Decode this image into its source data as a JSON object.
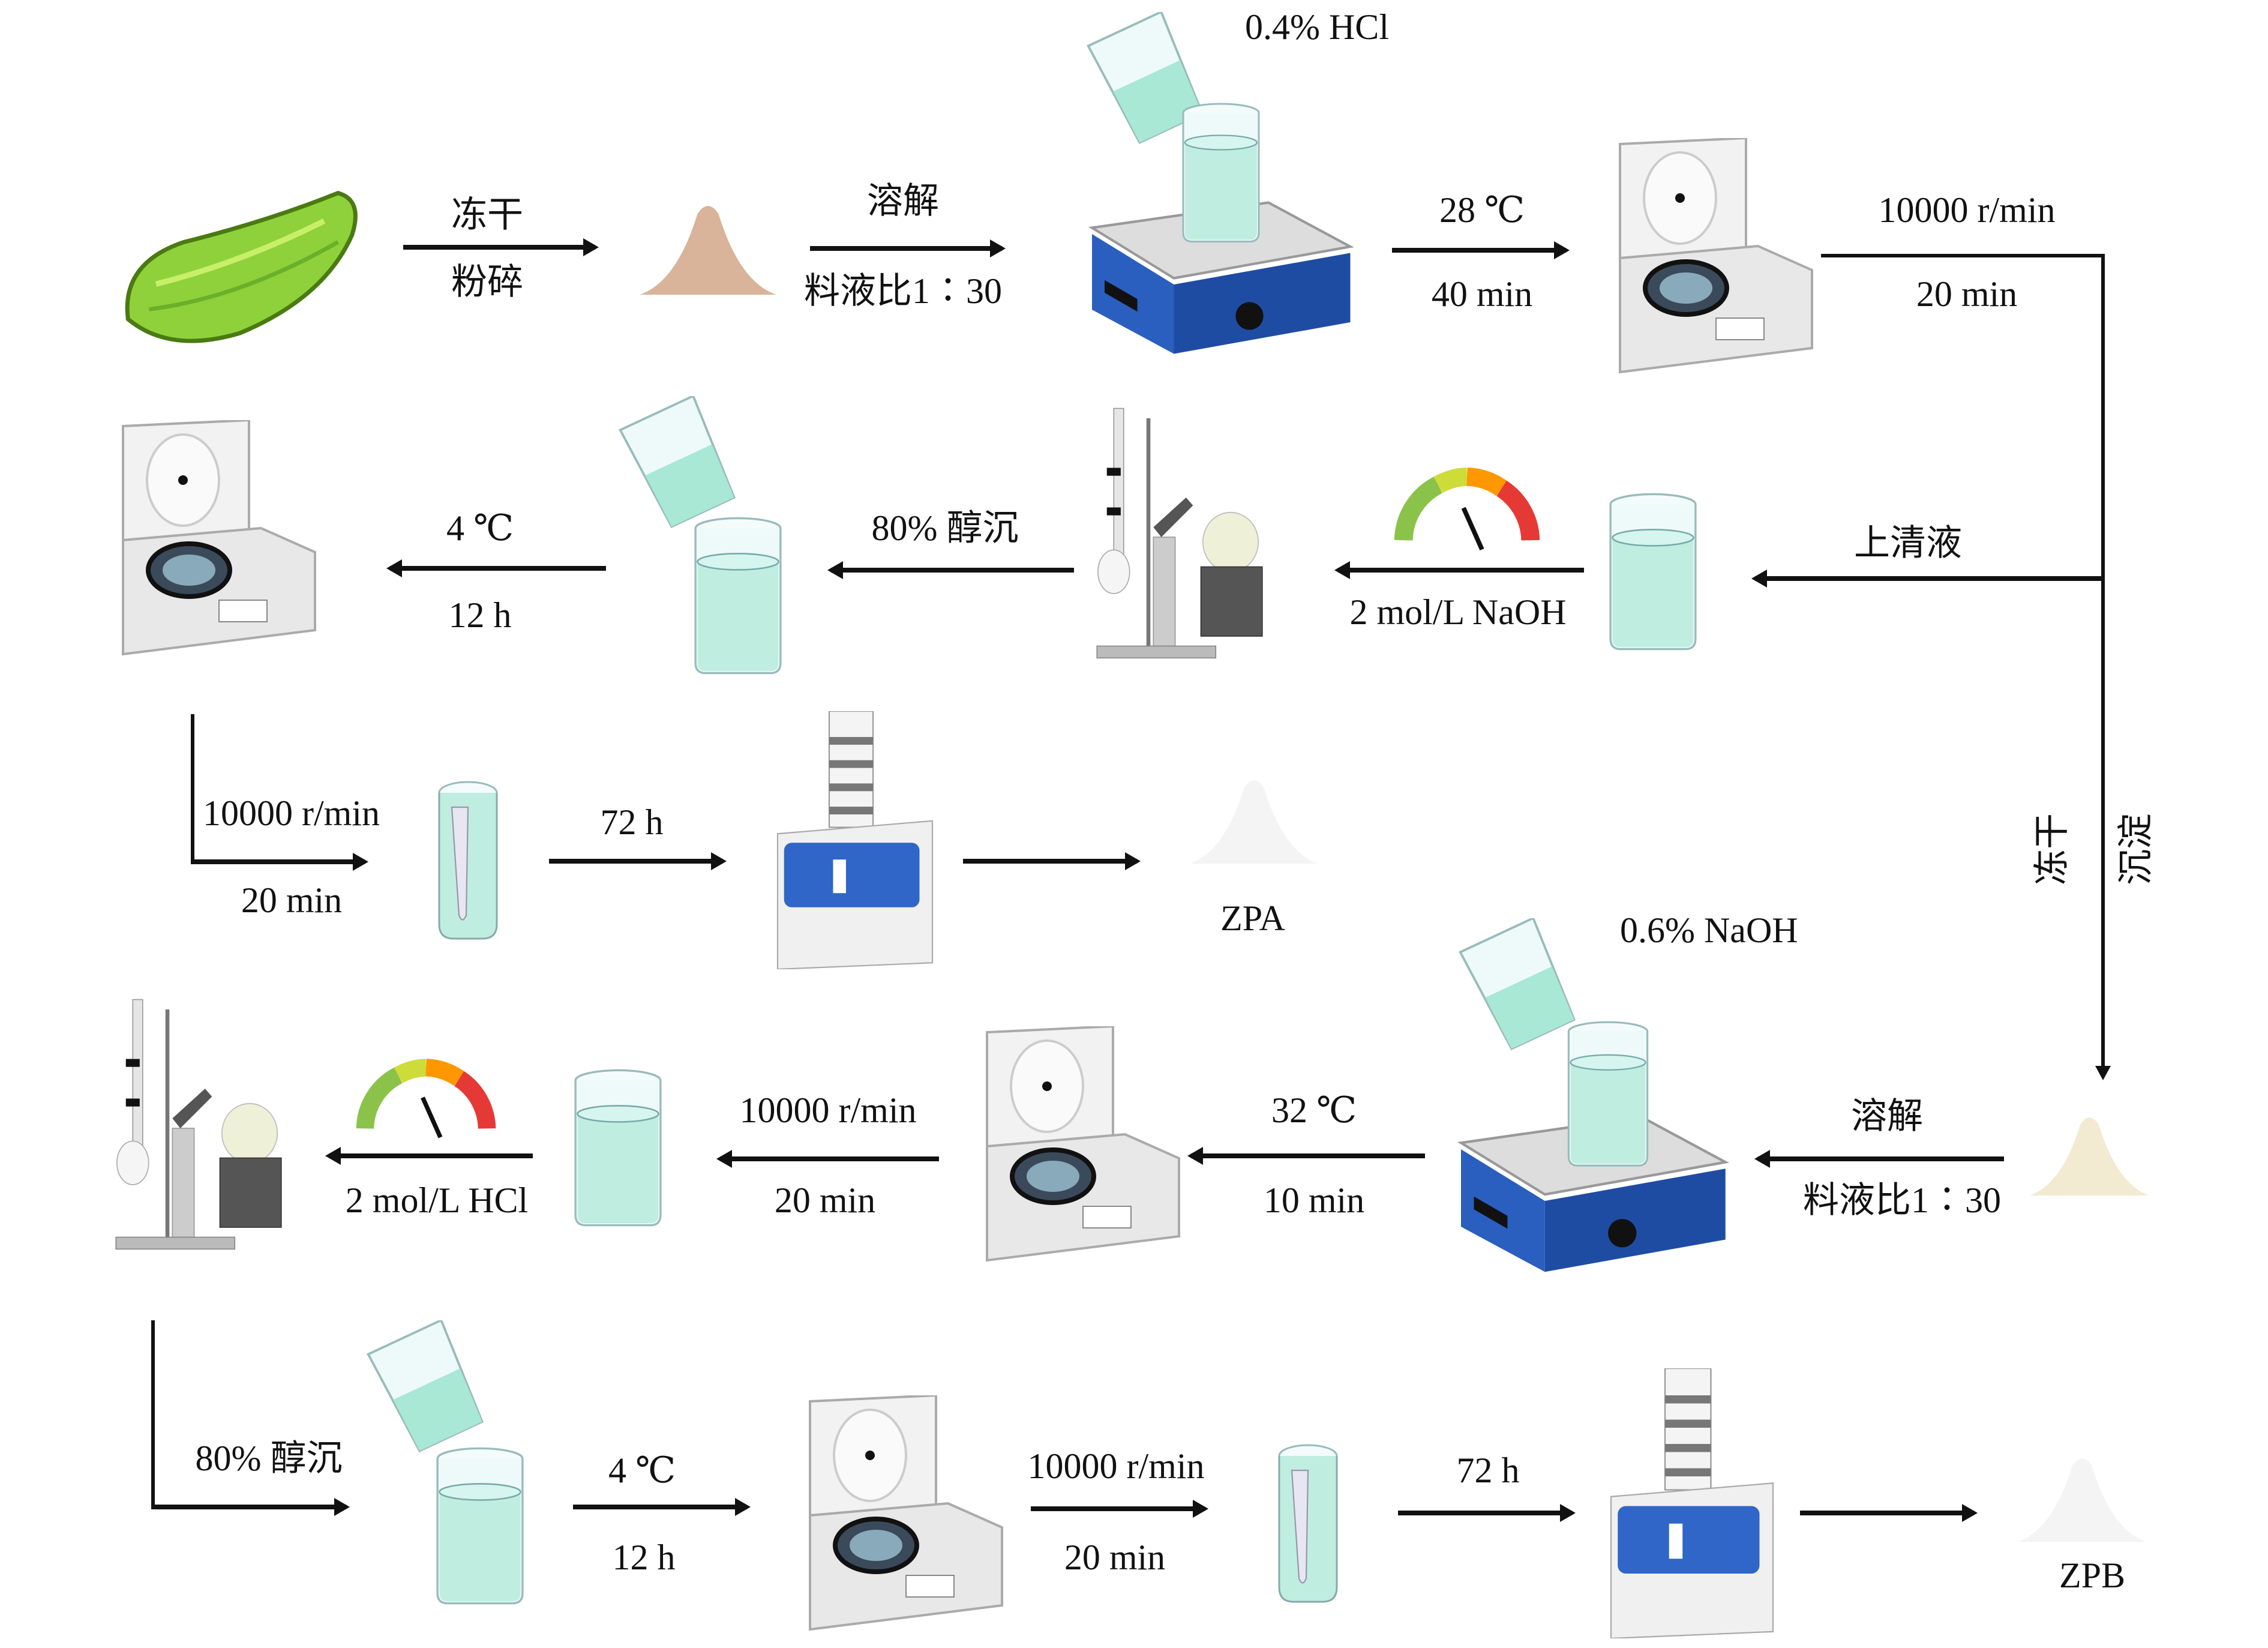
{
  "title": "Zucchini polysaccharide extraction flow",
  "steps": {
    "row1": {
      "freeze_dry": "冻干",
      "grind": "粉碎",
      "dissolve": "溶解",
      "ratio": "料液比1∶30",
      "reagent": "0.4% HCl",
      "temp": "28 ℃",
      "time": "40 min",
      "speed": "10000 r/min",
      "spin_time": "20 min"
    },
    "row2": {
      "supernatant": "上清液",
      "neutralize": "2 mol/L NaOH",
      "ethanol": "80% 醇沉",
      "temp": "4 ℃",
      "time": "12 h"
    },
    "row3": {
      "speed": "10000 r/min",
      "spin_time": "20 min",
      "dry_time": "72 h",
      "product": "ZPA"
    },
    "branch": {
      "freeze_dry": "冻干",
      "precipitate": "沉淀"
    },
    "row4": {
      "reagent": "0.6% NaOH",
      "dissolve": "溶解",
      "ratio": "料液比1∶30",
      "temp": "32 ℃",
      "time": "10 min",
      "speed": "10000 r/min",
      "spin_time": "20 min",
      "neutralize": "2 mol/L HCl"
    },
    "row5": {
      "ethanol": "80% 醇沉",
      "temp": "4 ℃",
      "time": "12 h",
      "speed": "10000 r/min",
      "spin_time": "20 min",
      "dry_time": "72 h",
      "product": "ZPB"
    }
  },
  "icons": [
    "zucchini-icon",
    "powder-pile-icon",
    "magnetic-stirrer-icon",
    "beaker-icon",
    "pouring-beaker-icon",
    "centrifuge-icon",
    "rotary-evaporator-icon",
    "ph-gauge-icon",
    "centrifuge-tube-icon",
    "freeze-dryer-icon"
  ],
  "colors": {
    "liquid": "#bfeee0",
    "stirrer": "#2a5fbf",
    "powder_tan": "#d9b49a",
    "powder_cream": "#f3ead2",
    "powder_white": "#f4f4f4"
  }
}
